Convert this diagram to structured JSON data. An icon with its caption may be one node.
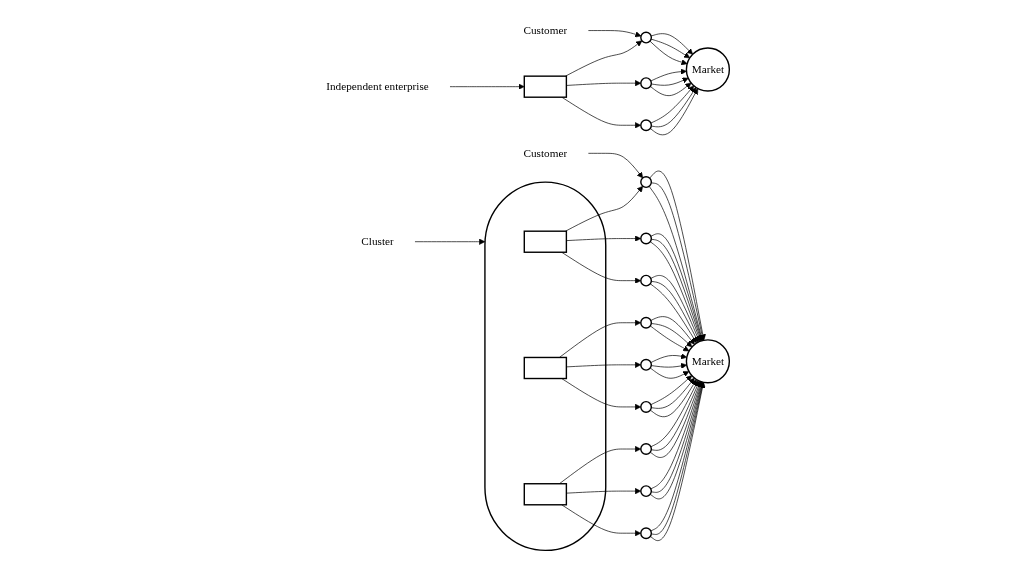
{
  "diagram": {
    "nodes": [
      {
        "text": [
          "Independent enterprise"
        ]
      },
      {
        "text": [],
        "shape": "box"
      },
      {
        "text": [
          "Customer"
        ]
      },
      {
        "text": [],
        "shape": "circle"
      },
      {
        "text": [],
        "shape": "circle"
      },
      {
        "text": [],
        "shape": "circle"
      },
      {
        "text": [
          "Market"
        ]
      },
      {
        "text": [
          "Cluster"
        ]
      },
      {
        "text": [],
        "shape": "ellipse"
      },
      {
        "text": [],
        "shape": "box",
        "in": 8
      },
      {
        "text": [],
        "shape": "box",
        "in": 8
      },
      {
        "text": [],
        "shape": "box",
        "in": 8
      },
      {
        "text": [
          "Customer"
        ]
      },
      {
        "text": [],
        "shape": "circle"
      },
      {
        "text": [],
        "shape": "circle"
      },
      {
        "text": [],
        "shape": "circle"
      },
      {
        "text": [],
        "shape": "circle"
      },
      {
        "text": [],
        "shape": "circle"
      },
      {
        "text": [],
        "shape": "circle"
      },
      {
        "text": [],
        "shape": "circle"
      },
      {
        "text": [],
        "shape": "circle"
      },
      {
        "text": [],
        "shape": "circle"
      },
      {
        "text": [
          "Market"
        ]
      }
    ],
    "edges": [
      {
        "from": 0,
        "to": 1,
        "arrow": "to"
      },
      {
        "from": 2,
        "to": 3,
        "arrow": "to"
      },
      {
        "from": 1,
        "to": 3,
        "arrow": "to"
      },
      {
        "from": 1,
        "to": 4,
        "arrow": "to"
      },
      {
        "from": 1,
        "to": 5,
        "arrow": "to"
      },
      {
        "from": 3,
        "to": 6,
        "arrow": "to"
      },
      {
        "from": 3,
        "to": 6,
        "arrow": "to"
      },
      {
        "from": 3,
        "to": 6,
        "arrow": "to"
      },
      {
        "from": 4,
        "to": 6,
        "arrow": "to"
      },
      {
        "from": 4,
        "to": 6,
        "arrow": "to"
      },
      {
        "from": 4,
        "to": 6,
        "arrow": "to"
      },
      {
        "from": 5,
        "to": 6,
        "arrow": "to"
      },
      {
        "from": 5,
        "to": 6,
        "arrow": "to"
      },
      {
        "from": 5,
        "to": 6,
        "arrow": "to"
      },
      {
        "from": 7,
        "to": 8,
        "arrow": "to"
      },
      {
        "from": 12,
        "to": 13,
        "arrow": "to"
      },
      {
        "from": 9,
        "to": 13,
        "arrow": "to"
      },
      {
        "from": 9,
        "to": 14,
        "arrow": "to"
      },
      {
        "from": 9,
        "to": 15,
        "arrow": "to"
      },
      {
        "from": 10,
        "to": 16,
        "arrow": "to"
      },
      {
        "from": 10,
        "to": 17,
        "arrow": "to"
      },
      {
        "from": 10,
        "to": 18,
        "arrow": "to"
      },
      {
        "from": 11,
        "to": 19,
        "arrow": "to"
      },
      {
        "from": 11,
        "to": 20,
        "arrow": "to"
      },
      {
        "from": 11,
        "to": 21,
        "arrow": "to"
      },
      {
        "from": 13,
        "to": 22,
        "arrow": "to"
      },
      {
        "from": 13,
        "to": 22,
        "arrow": "to"
      },
      {
        "from": 13,
        "to": 22,
        "arrow": "to"
      },
      {
        "from": 14,
        "to": 22,
        "arrow": "to"
      },
      {
        "from": 14,
        "to": 22,
        "arrow": "to"
      },
      {
        "from": 14,
        "to": 22,
        "arrow": "to"
      },
      {
        "from": 15,
        "to": 22,
        "arrow": "to"
      },
      {
        "from": 15,
        "to": 22,
        "arrow": "to"
      },
      {
        "from": 15,
        "to": 22,
        "arrow": "to"
      },
      {
        "from": 16,
        "to": 22,
        "arrow": "to"
      },
      {
        "from": 16,
        "to": 22,
        "arrow": "to"
      },
      {
        "from": 16,
        "to": 22,
        "arrow": "to"
      },
      {
        "from": 17,
        "to": 22,
        "arrow": "to"
      },
      {
        "from": 17,
        "to": 22,
        "arrow": "to"
      },
      {
        "from": 17,
        "to": 22,
        "arrow": "to"
      },
      {
        "from": 18,
        "to": 22,
        "arrow": "to"
      },
      {
        "from": 18,
        "to": 22,
        "arrow": "to"
      },
      {
        "from": 18,
        "to": 22,
        "arrow": "to"
      },
      {
        "from": 19,
        "to": 22,
        "arrow": "to"
      },
      {
        "from": 19,
        "to": 22,
        "arrow": "to"
      },
      {
        "from": 19,
        "to": 22,
        "arrow": "to"
      },
      {
        "from": 20,
        "to": 22,
        "arrow": "to"
      },
      {
        "from": 20,
        "to": 22,
        "arrow": "to"
      },
      {
        "from": 20,
        "to": 22,
        "arrow": "to"
      },
      {
        "from": 21,
        "to": 22,
        "arrow": "to"
      },
      {
        "from": 21,
        "to": 22,
        "arrow": "to"
      },
      {
        "from": 21,
        "to": 22,
        "arrow": "to"
      }
    ]
  }
}
